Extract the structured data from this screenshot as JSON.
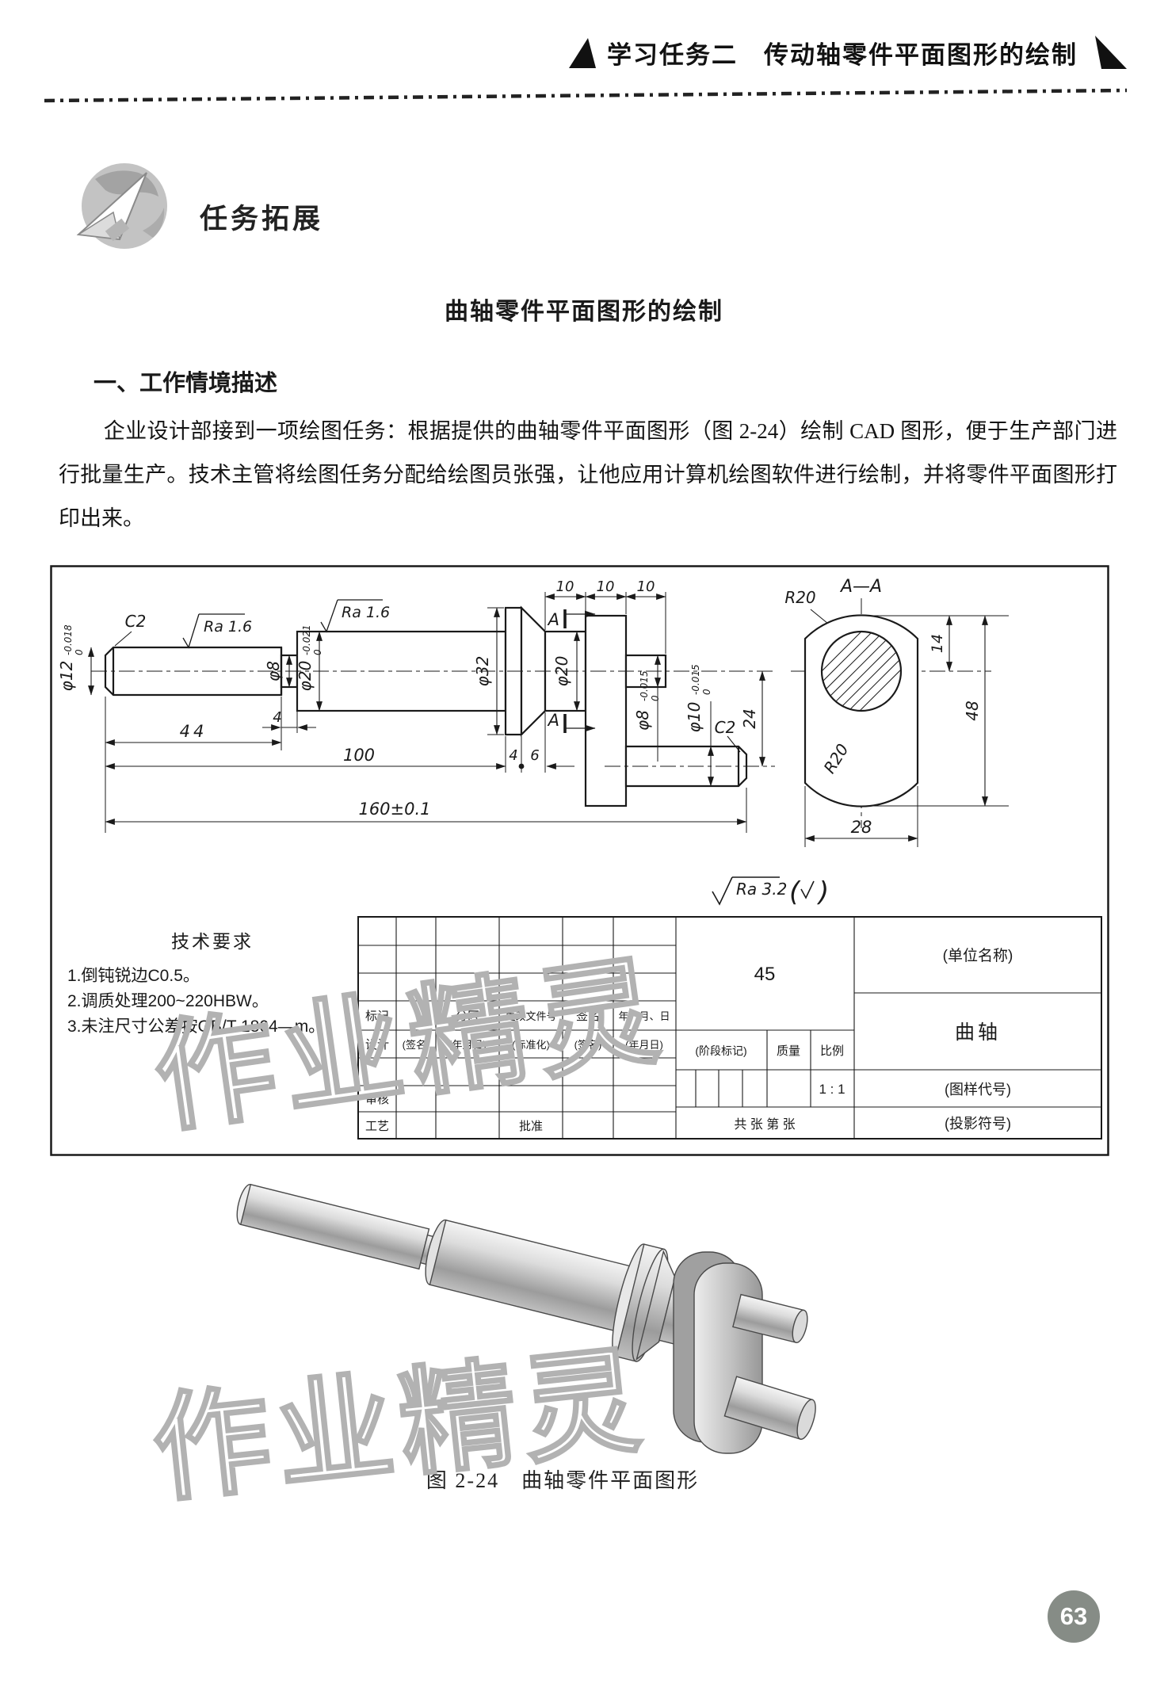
{
  "page": {
    "number": "63"
  },
  "header": {
    "title": "学习任务二　传动轴零件平面图形的绘制"
  },
  "section": {
    "title": "任务拓展"
  },
  "article": {
    "title": "曲轴零件平面图形的绘制",
    "heading": "一、工作情境描述",
    "paragraph": "企业设计部接到一项绘图任务：根据提供的曲轴零件平面图形（图 2-24）绘制 CAD 图形，便于生产部门进行批量生产。技术主管将绘图任务分配给绘图员张强，让他应用计算机绘图软件进行绘制，并将零件平面图形打印出来。"
  },
  "drawing": {
    "tech": {
      "title": "技术要求",
      "item1": "1.倒钝锐边C0.5。",
      "item2": "2.调质处理200~220HBW。",
      "item3": "3.未注尺寸公差按GB/T 1804—m。"
    },
    "surface_note": {
      "ra": "Ra 3.2",
      "lp": "(",
      "rp": ")"
    },
    "view": {
      "label": "A—A",
      "letter_top": "A",
      "letter_bottom": "A"
    },
    "dims": {
      "c2_left": "C2",
      "ra1": "Ra 1.6",
      "ra2": "Ra 1.6",
      "d8": "φ8",
      "d20": "φ20",
      "d20u": "0",
      "d20l": "-0.021",
      "d32": "φ32",
      "d20j": "φ20",
      "d12": "φ12",
      "d12u": "0",
      "d12l": "-0.018",
      "n4": "4",
      "n44": "44",
      "n100": "100",
      "n160": "160±0.1",
      "t10a": "10",
      "t10b": "10",
      "t10c": "10",
      "f4": "4",
      "f6": "6",
      "d8p": "φ8",
      "d8pu": "0",
      "d8pl": "-0.015",
      "d10p": "φ10",
      "d10pu": "0",
      "d10pl": "-0.015",
      "c2_right": "C2",
      "n24": "24",
      "r20a": "R20",
      "r20b": "R20",
      "n14": "14",
      "n48": "48",
      "n28": "28"
    },
    "tb": {
      "material": "45",
      "company": "(单位名称)",
      "part": "曲轴",
      "stage": "(阶段标记)",
      "mass": "质量",
      "scale": "比例",
      "scale_val": "1 : 1",
      "code": "(图样代号)",
      "projection": "(投影符号)",
      "sheets": "共  张  第  张",
      "mark": "标记",
      "zone": "分区",
      "doc": "更改文件号",
      "sign": "签名",
      "date": "年、月、日",
      "design": "设计",
      "sign2": "(签名)",
      "date2": "(年月日)",
      "std": "(标准化)",
      "sign3": "(签名)",
      "date3": "(年月日)",
      "check": "审核",
      "craft": "工艺",
      "approve": "批准"
    }
  },
  "figure": {
    "caption": "图 2-24　曲轴零件平面图形"
  },
  "watermark": {
    "text": "作业精灵"
  }
}
